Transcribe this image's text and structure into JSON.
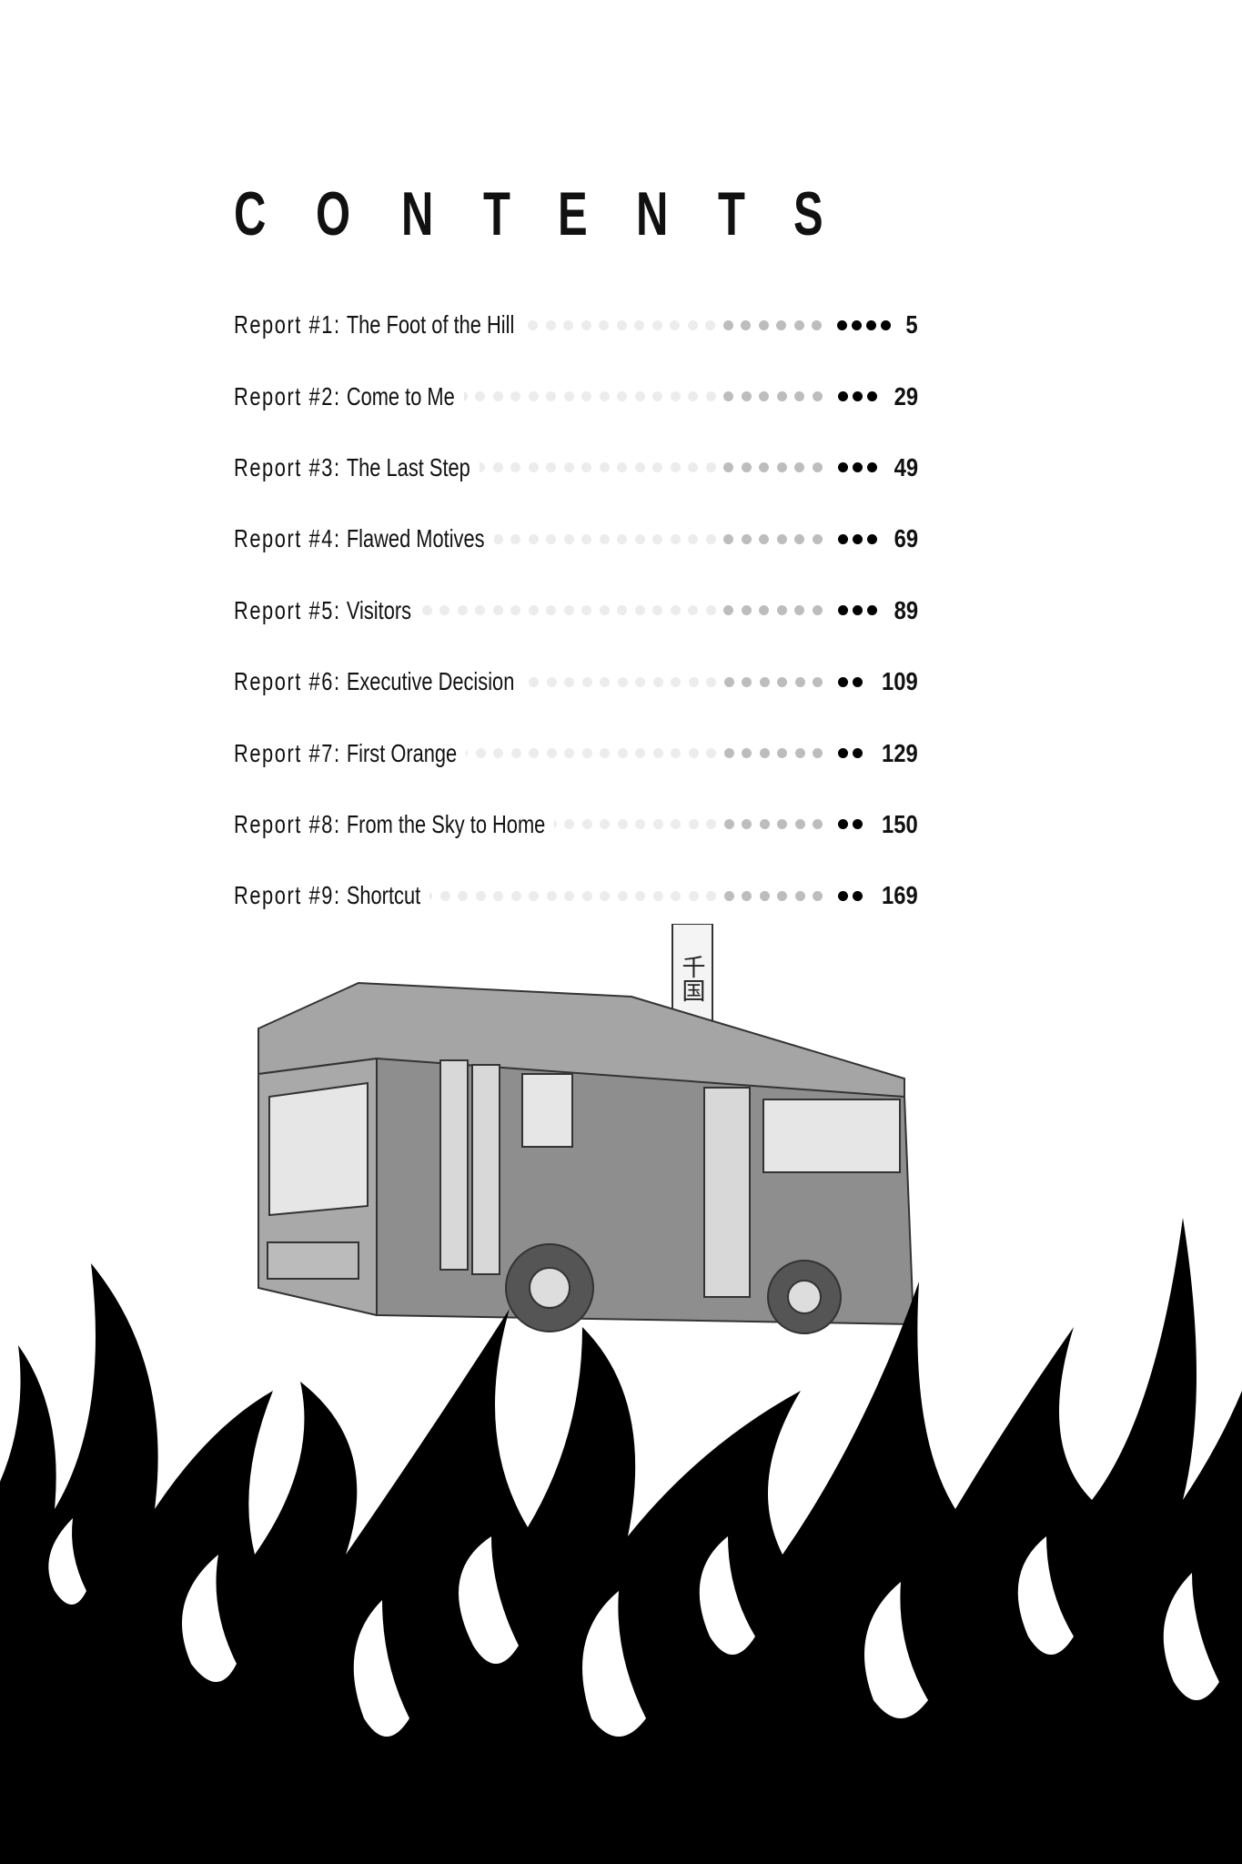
{
  "title": [
    "C",
    "O",
    "N",
    "T",
    "E",
    "N",
    "T",
    "S"
  ],
  "entries": [
    {
      "report": "Report #1:",
      "title": "The Foot of the Hill",
      "page": "5"
    },
    {
      "report": "Report #2:",
      "title": "Come to Me",
      "page": "29"
    },
    {
      "report": "Report #3:",
      "title": "The Last Step",
      "page": "49"
    },
    {
      "report": "Report #4:",
      "title": "Flawed Motives",
      "page": "69"
    },
    {
      "report": "Report #5:",
      "title": "Visitors",
      "page": "89"
    },
    {
      "report": "Report #6:",
      "title": "Executive Decision",
      "page": "109"
    },
    {
      "report": "Report #7:",
      "title": "First Orange",
      "page": "129"
    },
    {
      "report": "Report #8:",
      "title": "From the Sky to Home",
      "page": "150"
    },
    {
      "report": "Report #9:",
      "title": "Shortcut",
      "page": "169"
    }
  ],
  "illustration": {
    "bus_sign": "千国"
  },
  "colors": {
    "ink": "#111111",
    "leader_light": "#ececec",
    "leader_mid": "#bdbdbd"
  }
}
